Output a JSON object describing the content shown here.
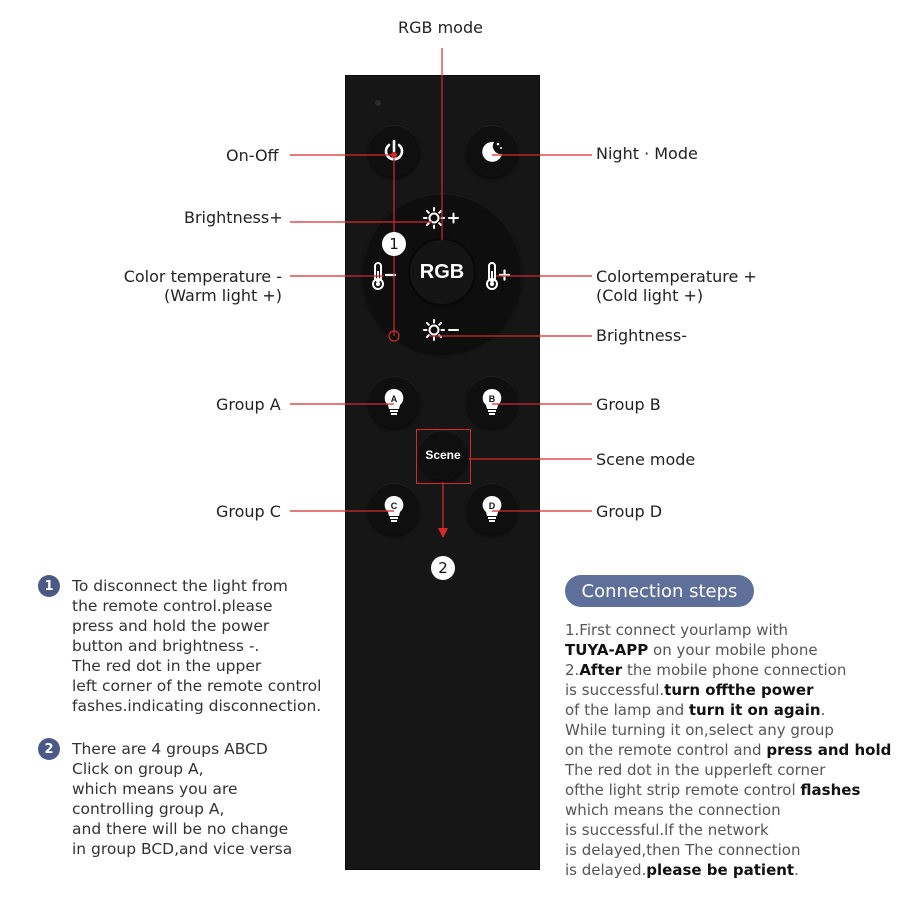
{
  "labels": {
    "rgb_mode": "RGB mode",
    "on_off": "On-Off",
    "night_mode": "Night  · Mode",
    "brightness_plus": "Brightness+",
    "color_temp_minus_1": "Color temperature -",
    "color_temp_minus_2": "(Warm light +)",
    "color_temp_plus_1": "Colortemperature +",
    "color_temp_plus_2": "(Cold light +)",
    "brightness_minus": "Brightness-",
    "group_a": "Group A",
    "group_b": "Group B",
    "scene_mode": "Scene mode",
    "group_c": "Group C",
    "group_d": "Group D"
  },
  "remote": {
    "center_label": "RGB",
    "scene_label": "Scene",
    "group_a_letter": "A",
    "group_b_letter": "B",
    "group_c_letter": "C",
    "group_d_letter": "D",
    "marker_1": "1",
    "marker_2": "2"
  },
  "notes": [
    {
      "number": "1",
      "lines": [
        "To disconnect the light from",
        "the remote control.please",
        "press and hold the power",
        "button and brightness -.",
        "The red dot in the upper",
        "left corner of the remote control",
        "fashes.indicating disconnection."
      ]
    },
    {
      "number": "2",
      "lines": [
        "There are 4 groups ABCD",
        "Click on group A,",
        "which means you are",
        "controlling group A,",
        "and there will be no change",
        "in group BCD,and vice versa"
      ]
    }
  ],
  "connection": {
    "heading": "Connection steps",
    "lines": [
      [
        {
          "t": "1.First connect yourlamp with",
          "b": false
        }
      ],
      [
        {
          "t": "TUYA-APP",
          "b": true
        },
        {
          "t": " on your mobile phone",
          "b": false
        }
      ],
      [
        {
          "t": "2.",
          "b": false
        },
        {
          "t": "After",
          "b": true
        },
        {
          "t": " the mobile phone connection",
          "b": false
        }
      ],
      [
        {
          "t": "is successful.",
          "b": false
        },
        {
          "t": "turn offthe power",
          "b": true
        }
      ],
      [
        {
          "t": "of the lamp and ",
          "b": false
        },
        {
          "t": "turn it on again",
          "b": true
        },
        {
          "t": ".",
          "b": false
        }
      ],
      [
        {
          "t": "While turning it on,select any group",
          "b": false
        }
      ],
      [
        {
          "t": "on the remote control and ",
          "b": false
        },
        {
          "t": "press and hold",
          "b": true
        }
      ],
      [
        {
          "t": "The red dot in the upperleft corner",
          "b": false
        }
      ],
      [
        {
          "t": "ofthe light strip remote control ",
          "b": false
        },
        {
          "t": "flashes",
          "b": true
        }
      ],
      [
        {
          "t": "which means the connection",
          "b": false
        }
      ],
      [
        {
          "t": "is successful.lf the network",
          "b": false
        }
      ],
      [
        {
          "t": "is delayed,then The connection",
          "b": false
        }
      ],
      [
        {
          "t": "is delayed.",
          "b": false
        },
        {
          "t": "please be patient",
          "b": true
        },
        {
          "t": ".",
          "b": false
        }
      ]
    ]
  },
  "colors": {
    "leader_line": "#d62a2a",
    "badge": "#4a5a85",
    "heading_bg": "#5e6f9a"
  }
}
